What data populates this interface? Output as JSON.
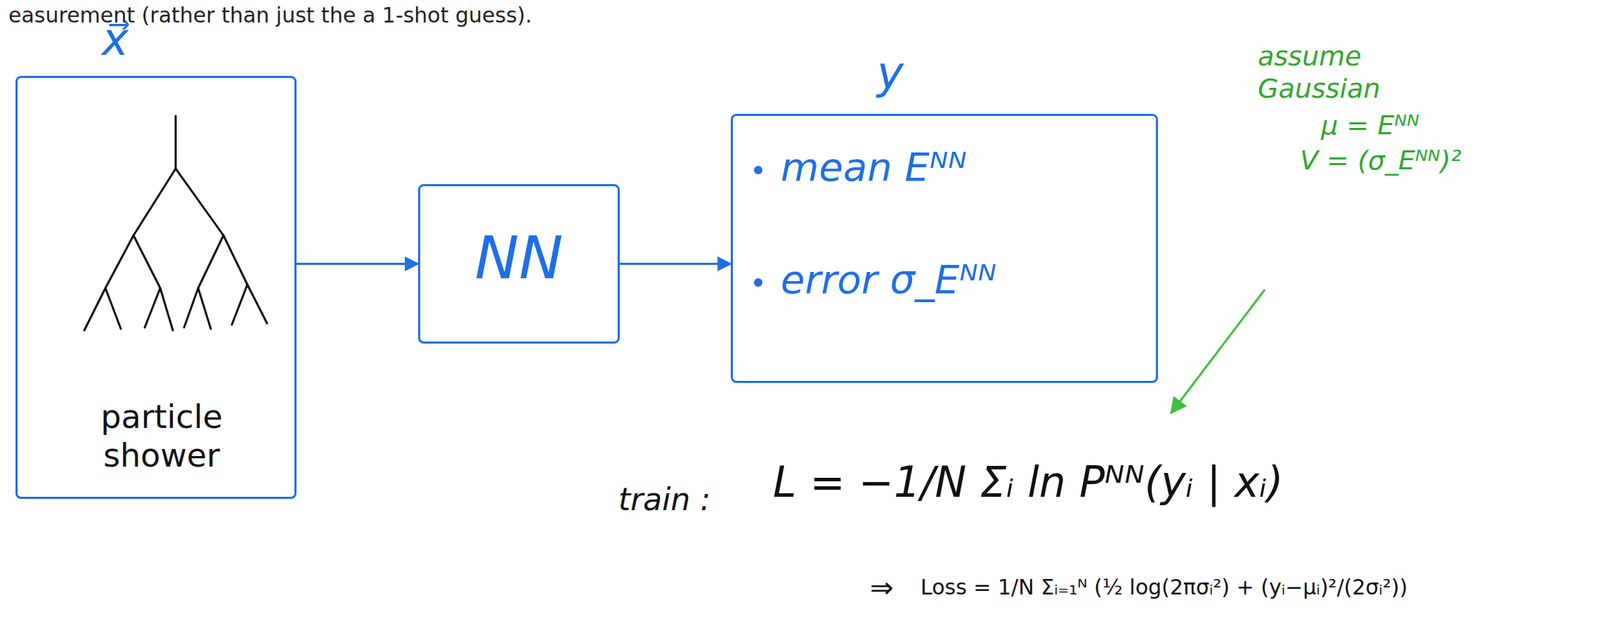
{
  "diagram": {
    "nodes": [
      {
        "text": [
          "x⃗",
          "particle shower"
        ]
      },
      {
        "text": [
          "NN"
        ]
      },
      {
        "text": [
          "y",
          "mean Eᴺᴺ",
          "error σ_Eᴺᴺ"
        ]
      }
    ],
    "edges": [
      {
        "from": 0,
        "to": 1,
        "arrow": "to"
      },
      {
        "from": 1,
        "to": 2,
        "arrow": "to"
      }
    ],
    "labels": [
      "easurement (rather than just the a 1-shot guess).",
      "train :",
      "L = −1/N Σᵢ ln Pᴺᴺ(yᵢ | xᵢ)",
      "⇒",
      "Loss = 1/N Σᵢ₌₁ᴺ (½ log(2πσᵢ²) + (yᵢ−μᵢ)²/(2σᵢ²))",
      "assume Gaussian",
      "μ = Eᴺᴺ",
      "V = (σ_Eᴺᴺ)²"
    ]
  }
}
